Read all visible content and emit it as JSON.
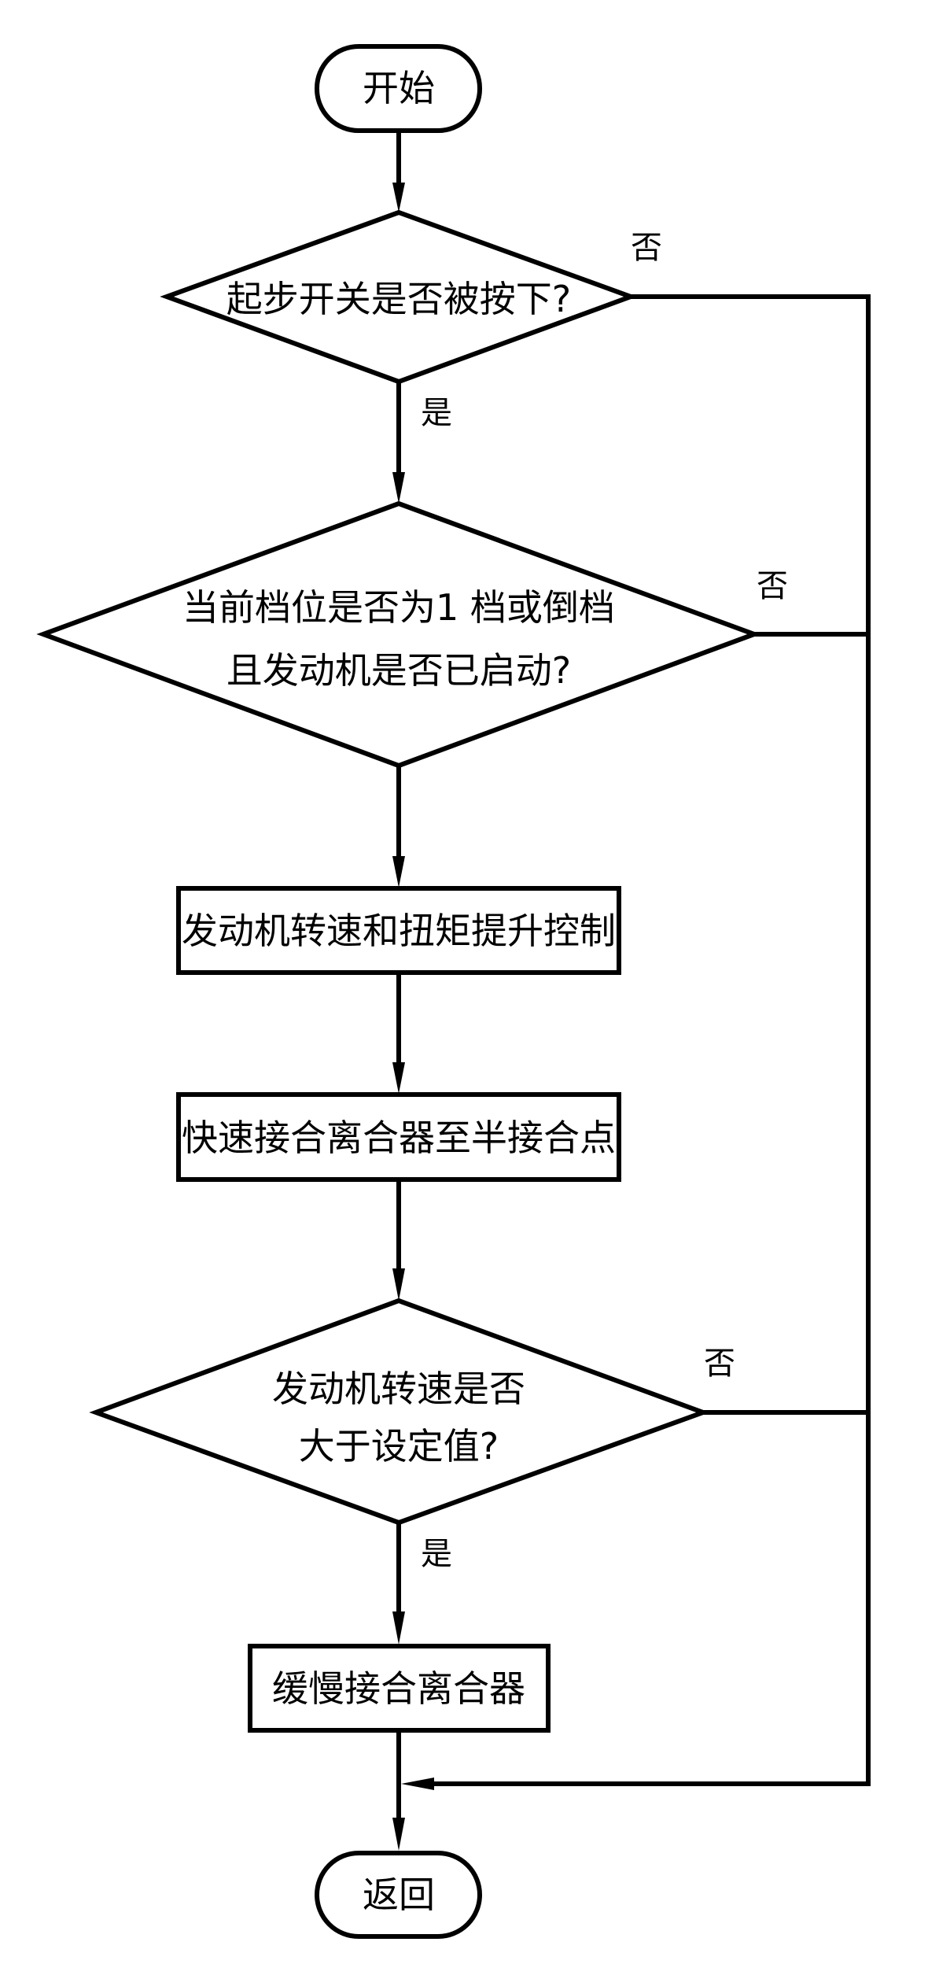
{
  "nodes": {
    "start": {
      "label": "开始"
    },
    "decision_start_switch": {
      "label_lines": [
        "起步开关是否被按下?"
      ]
    },
    "decision_gear_engine": {
      "label_lines": [
        "当前档位是否为1 档或倒档",
        "且发动机是否已启动?"
      ]
    },
    "process_engine_boost": {
      "label": "发动机转速和扭矩提升控制"
    },
    "process_fast_engage": {
      "label": "快速接合离合器至半接合点"
    },
    "decision_engine_speed": {
      "label_lines": [
        "发动机转速是否",
        "大于设定值?"
      ]
    },
    "process_slow_engage": {
      "label": "缓慢接合离合器"
    },
    "end": {
      "label": "返回"
    }
  },
  "edge_labels": {
    "no_1": "否",
    "yes_1": "是",
    "no_2": "否",
    "no_3": "否",
    "yes_3": "是"
  },
  "colors": {
    "stroke": "#000000",
    "background": "#ffffff"
  }
}
